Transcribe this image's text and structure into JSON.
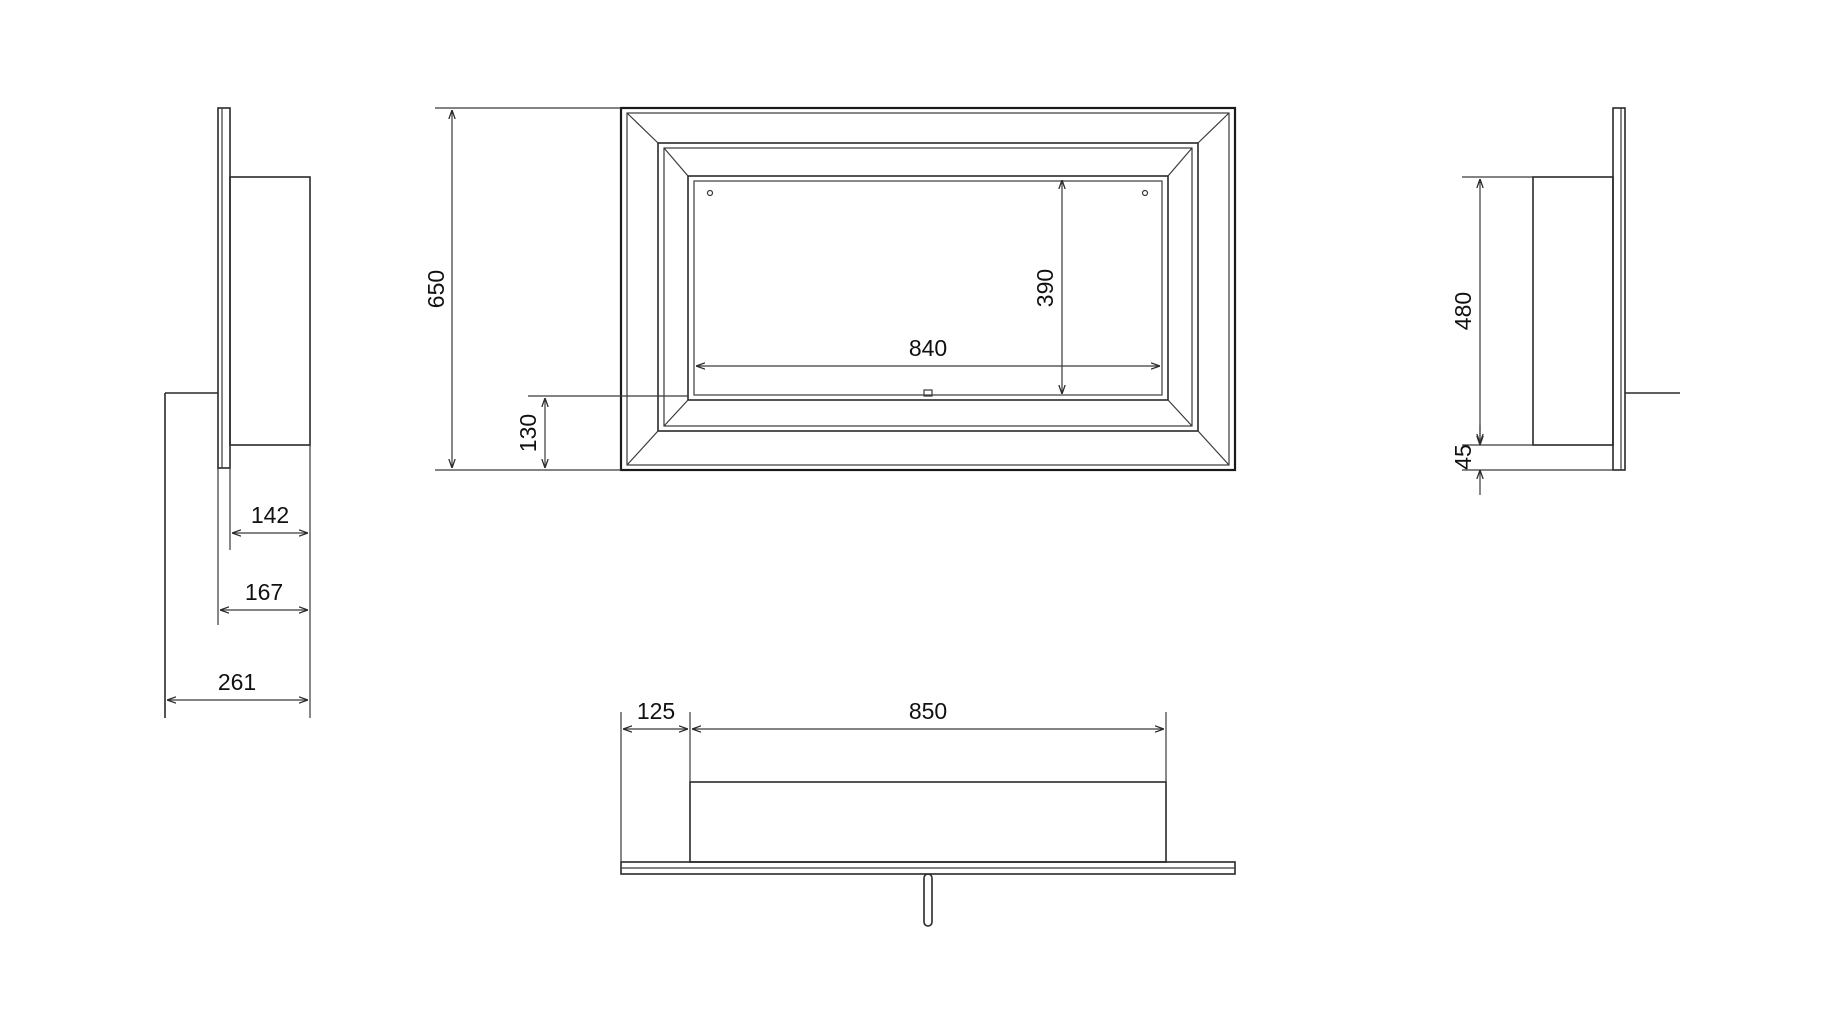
{
  "drawing": {
    "colors": {
      "line": "#2a2a2a",
      "text": "#111111",
      "background": "#ffffff"
    },
    "dimensions": {
      "side_left_inner_depth": "142",
      "side_left_frame_depth": "167",
      "side_left_total_depth": "261",
      "front_total_height": "650",
      "front_glass_height": "390",
      "front_glass_width": "840",
      "front_bottom_offset": "130",
      "side_right_body_height": "480",
      "side_right_bottom_offset": "45",
      "top_side_offset": "125",
      "top_body_width": "850"
    }
  }
}
